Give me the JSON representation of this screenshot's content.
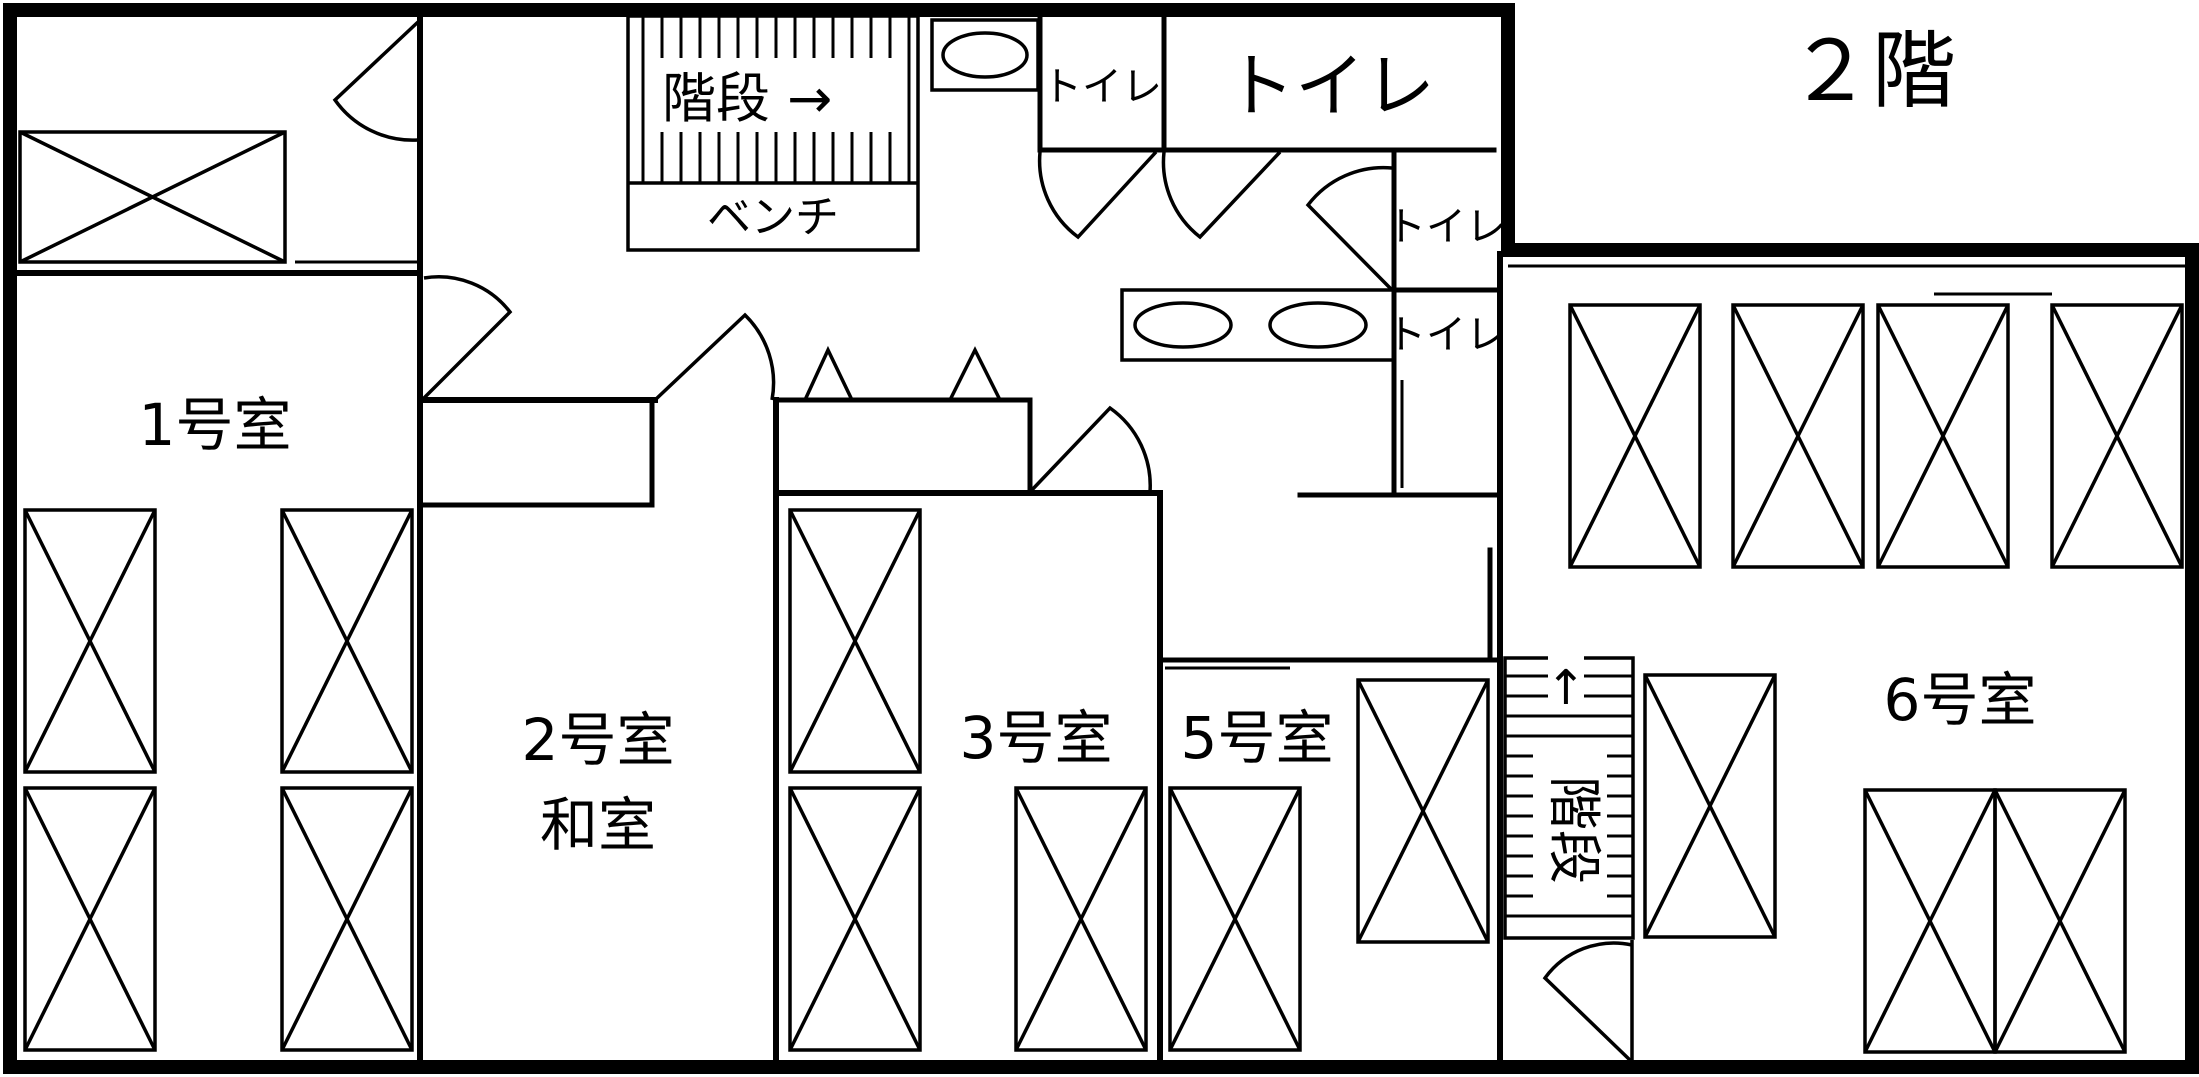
{
  "floor_label": "２階",
  "rooms": {
    "room1": "1号室",
    "room2": "2号室",
    "room2_sub": "和室",
    "room3": "3号室",
    "room5": "5号室",
    "room6": "6号室"
  },
  "stairs_top": "階段 →",
  "stairs_right": "階段",
  "stairs_arrow": "↑",
  "bench": "ベンチ",
  "toilet_big": "トイレ",
  "toilet_small_1": "トイレ",
  "toilet_small_2": "トイレ",
  "toilet_small_3": "トイレ"
}
